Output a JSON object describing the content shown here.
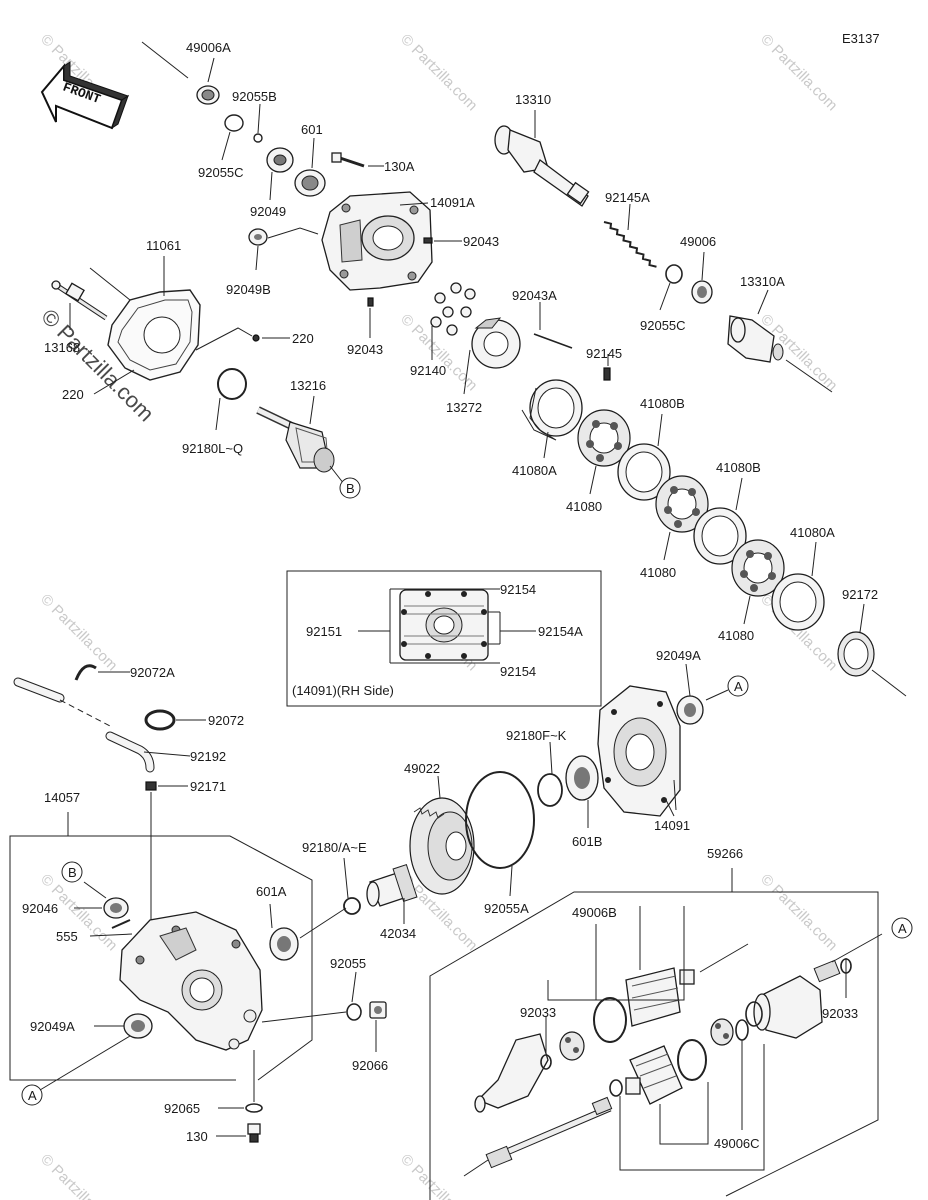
{
  "diagram_code": "E3137",
  "front_label": "FRONT",
  "watermark": "© Partzilla.com",
  "callout_b": "B",
  "callout_a": "A",
  "inset": {
    "caption": "(14091)(RH Side)",
    "labels": [
      "92154",
      "92151",
      "92154A",
      "92154"
    ]
  },
  "parts": {
    "p49006A": "49006A",
    "p92055B": "92055B",
    "p92055C_top": "92055C",
    "p601": "601",
    "p130A": "130A",
    "p92049": "92049",
    "p14091A": "14091A",
    "p92043_a": "92043",
    "p92049B": "92049B",
    "p92043_b": "92043",
    "p11061": "11061",
    "p220_a": "220",
    "p13168": "13168",
    "p220_b": "220",
    "p13216": "13216",
    "p92180LQ": "92180L~Q",
    "p13310": "13310",
    "p92145A": "92145A",
    "p49006": "49006",
    "p13310A": "13310A",
    "p92055C_mid": "92055C",
    "p92043A": "92043A",
    "p92140": "92140",
    "p13272": "13272",
    "p92145": "92145",
    "p41080B_1": "41080B",
    "p41080A_1": "41080A",
    "p41080_1": "41080",
    "p41080B_2": "41080B",
    "p41080_2": "41080",
    "p41080A_2": "41080A",
    "p41080_3": "41080",
    "p92172": "92172",
    "p92072A": "92072A",
    "p92072": "92072",
    "p92192": "92192",
    "p92171": "92171",
    "p14057": "14057",
    "p92049A_top": "92049A",
    "p92180FK": "92180F~K",
    "p49022": "49022",
    "p601B": "601B",
    "p14091": "14091",
    "p92180AE": "92180/A~E",
    "p92055A": "92055A",
    "p59266": "59266",
    "p92046": "92046",
    "p555": "555",
    "p601A": "601A",
    "p42034": "42034",
    "p49006B": "49006B",
    "p92055": "92055",
    "p92033_l": "92033",
    "p92033_r": "92033",
    "p92049A_bot": "92049A",
    "p92066": "92066",
    "p92065": "92065",
    "p130": "130",
    "p49006C": "49006C"
  }
}
